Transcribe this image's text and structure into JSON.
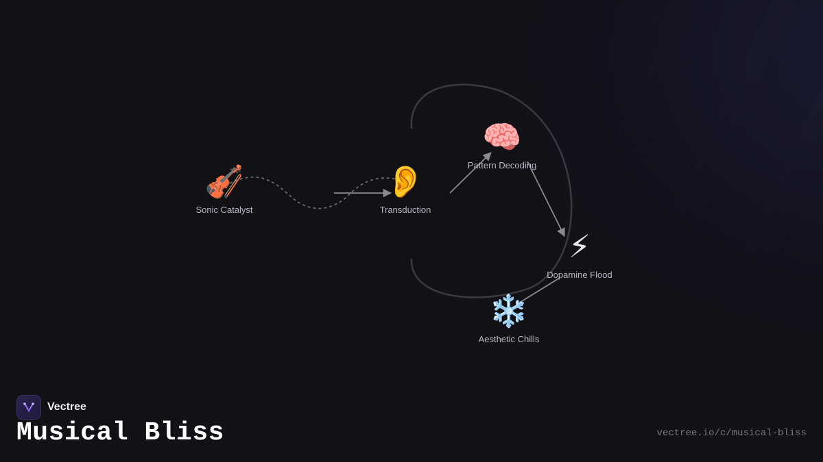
{
  "nodes": [
    {
      "id": "sonic-catalyst",
      "icon": "🎻",
      "icon_name": "violin-icon",
      "label": "Sonic Catalyst"
    },
    {
      "id": "transduction",
      "icon": "👂",
      "icon_name": "ear-icon",
      "label": "Transduction"
    },
    {
      "id": "pattern-decoding",
      "icon": "🧠",
      "icon_name": "brain-icon",
      "label": "Pattern Decoding"
    },
    {
      "id": "dopamine-flood",
      "icon": "⚡",
      "icon_name": "lightning-icon",
      "label": "Dopamine Flood"
    },
    {
      "id": "aesthetic-chills",
      "icon": "❄️",
      "icon_name": "snowflake-icon",
      "label": "Aesthetic Chills"
    }
  ],
  "edges": [
    {
      "from": "sonic-catalyst",
      "to": "transduction",
      "style": "dashed-wave"
    },
    {
      "from": "transduction",
      "to": "pattern-decoding",
      "style": "arrow"
    },
    {
      "from": "pattern-decoding",
      "to": "dopamine-flood",
      "style": "arrow"
    },
    {
      "from": "dopamine-flood",
      "to": "aesthetic-chills",
      "style": "line"
    }
  ],
  "brand": {
    "name": "Vectree",
    "logo_icon": "vectree-logo-icon"
  },
  "title": "Musical Bliss",
  "url": "vectree.io/c/musical-bliss",
  "colors": {
    "background": "#111116",
    "edge": "#8a8a90",
    "loop": "#3a3a40",
    "label": "#b8b8c4",
    "accent": "#9b7bff"
  }
}
